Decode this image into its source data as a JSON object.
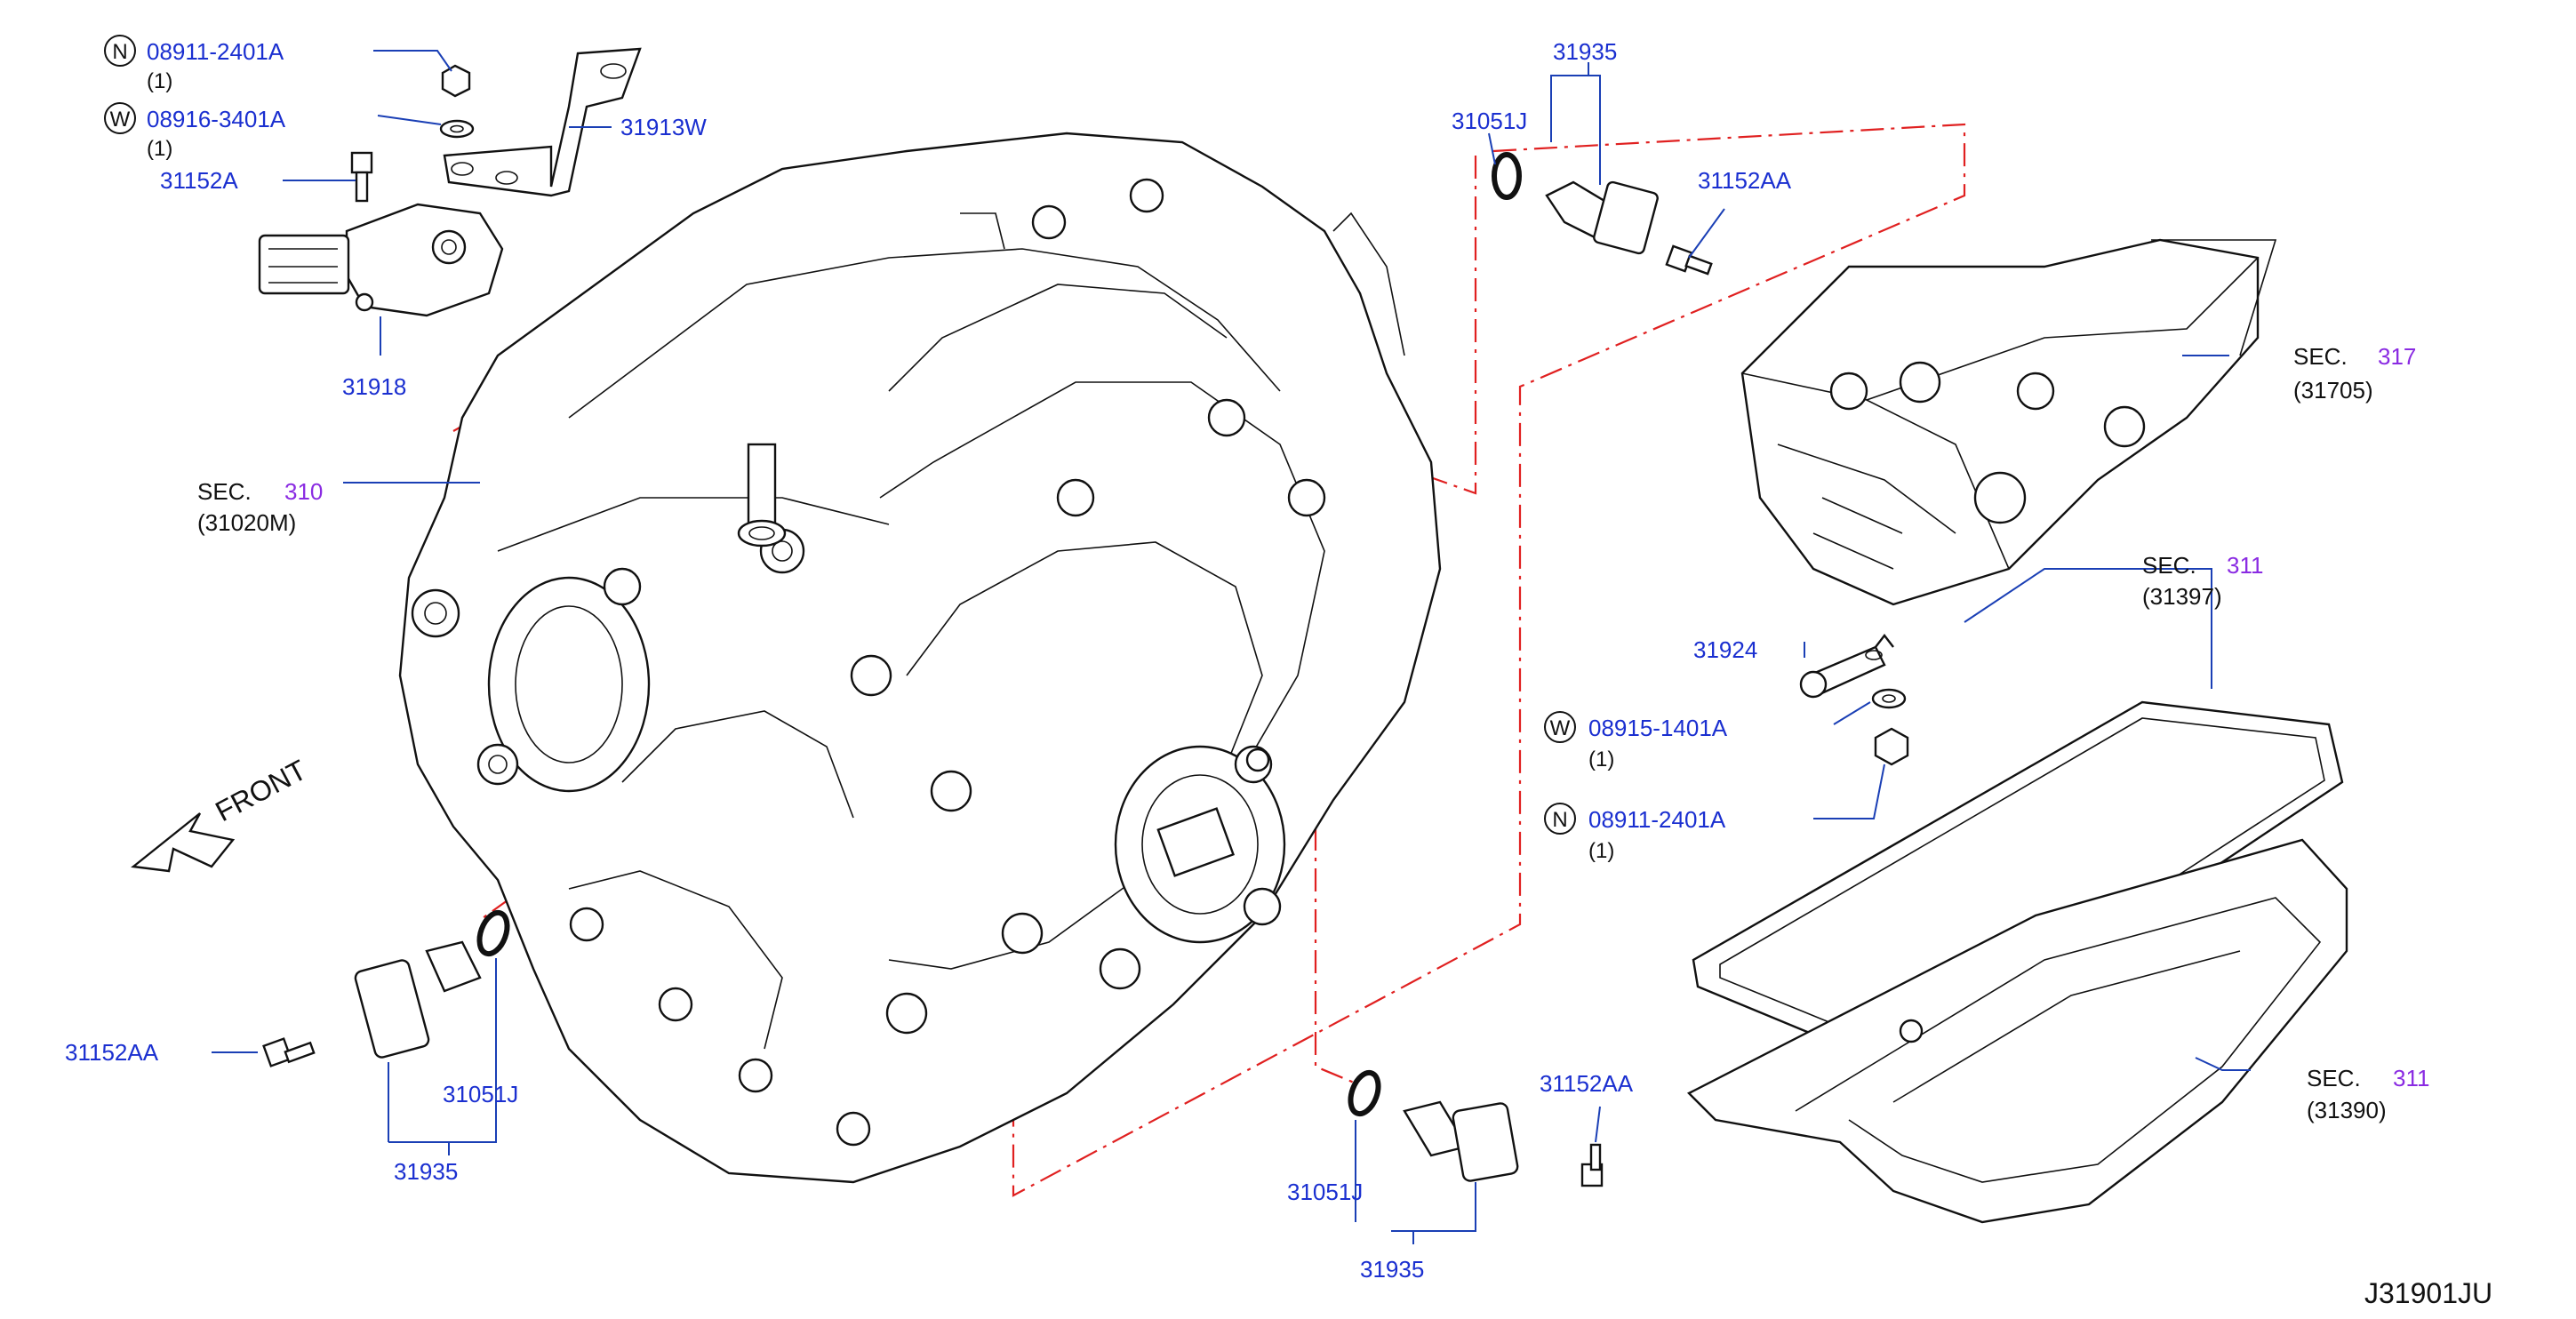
{
  "diagram_id": "J31901JU",
  "direction_label": "FRONT",
  "parts": {
    "nut_top": {
      "symbol": "N",
      "code": "08911-2401A",
      "qty": "(1)"
    },
    "washer_top": {
      "symbol": "W",
      "code": "08916-3401A",
      "qty": "(1)"
    },
    "bolt_31152A": {
      "code": "31152A"
    },
    "bracket": {
      "code": "31913W"
    },
    "switch": {
      "code": "31918"
    },
    "sec_310": {
      "prefix": "SEC.",
      "number": "310",
      "ref": "(31020M)"
    },
    "sensor_top": {
      "code": "31935",
      "oring": "31051J",
      "bolt": "31152AA"
    },
    "sec_317": {
      "prefix": "SEC.",
      "number": "317",
      "ref": "(31705)"
    },
    "sec_311_gasket": {
      "prefix": "SEC.",
      "number": "311",
      "ref": "(31397)"
    },
    "lever": {
      "code": "31924"
    },
    "washer_mid": {
      "symbol": "W",
      "code": "08915-1401A",
      "qty": "(1)"
    },
    "nut_mid": {
      "symbol": "N",
      "code": "08911-2401A",
      "qty": "(1)"
    },
    "sensor_left": {
      "code": "31935",
      "oring": "31051J",
      "bolt": "31152AA"
    },
    "sensor_bottom": {
      "code": "31935",
      "oring": "31051J",
      "bolt": "31152AA"
    },
    "sec_311_pan": {
      "prefix": "SEC.",
      "number": "311",
      "ref": "(31390)"
    }
  }
}
